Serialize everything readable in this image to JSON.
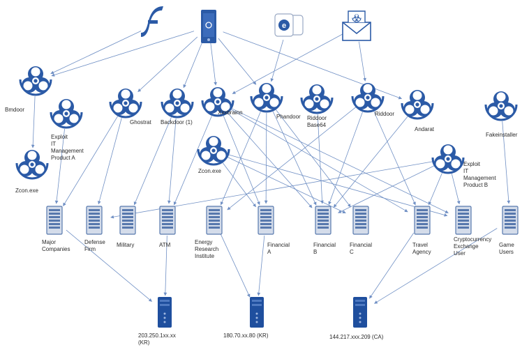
{
  "colors": {
    "primary": "#2b5aa6",
    "edge": "#6f8fc4",
    "label": "#2a2a2a"
  },
  "top_nodes": [
    {
      "id": "flash",
      "icon": "flash-icon",
      "label": ""
    },
    {
      "id": "phone",
      "icon": "mobile-device-icon",
      "label": ""
    },
    {
      "id": "ie",
      "icon": "document-browser-icon",
      "label": ""
    },
    {
      "id": "mail",
      "icon": "malicious-email-icon",
      "label": ""
    }
  ],
  "malware_nodes": [
    {
      "id": "bmdoor",
      "icon": "biohazard-icon",
      "label": [
        "Bmdoor"
      ]
    },
    {
      "id": "exploitA",
      "icon": "biohazard-icon",
      "label": [
        "Exploit",
        "IT",
        "Management",
        "Product A"
      ]
    },
    {
      "id": "ghostrat",
      "icon": "biohazard-icon",
      "label": [
        "Ghostrat"
      ]
    },
    {
      "id": "backdoor1",
      "icon": "biohazard-icon",
      "label": [
        "Backdoor (1)"
      ]
    },
    {
      "id": "xxx",
      "icon": "biohazard-icon",
      "label": [
        "Xxxbrainn"
      ]
    },
    {
      "id": "phandoor",
      "icon": "biohazard-icon",
      "label": [
        "Phandoor"
      ]
    },
    {
      "id": "riddoor64",
      "icon": "biohazard-icon",
      "label": [
        "Riddoor",
        "Base64"
      ]
    },
    {
      "id": "riddoor",
      "icon": "biohazard-icon",
      "label": [
        "Riddoor"
      ]
    },
    {
      "id": "andarat",
      "icon": "biohazard-icon",
      "label": [
        "Andarat"
      ]
    },
    {
      "id": "fakeinstaller",
      "icon": "biohazard-icon",
      "label": [
        "Fakeinstaller"
      ]
    },
    {
      "id": "zcon1",
      "icon": "biohazard-icon",
      "label": [
        "Zcon.exe"
      ]
    },
    {
      "id": "zcon2",
      "icon": "biohazard-icon",
      "label": [
        "Zcon.exe"
      ]
    },
    {
      "id": "exploitB",
      "icon": "biohazard-icon",
      "label": [
        "Exploit",
        "IT",
        "Management",
        "Product B"
      ]
    }
  ],
  "target_nodes": [
    {
      "id": "major",
      "icon": "server-icon",
      "label": [
        "Major",
        "Companies"
      ]
    },
    {
      "id": "defense",
      "icon": "server-icon",
      "label": [
        "Defense",
        "Firm"
      ]
    },
    {
      "id": "military",
      "icon": "server-icon",
      "label": [
        "Military"
      ]
    },
    {
      "id": "atm",
      "icon": "server-icon",
      "label": [
        "ATM"
      ]
    },
    {
      "id": "energy",
      "icon": "server-icon",
      "label": [
        "Energy",
        "Research",
        "Institute"
      ]
    },
    {
      "id": "finA",
      "icon": "server-icon",
      "label": [
        "Financial",
        "A"
      ]
    },
    {
      "id": "finB",
      "icon": "server-icon",
      "label": [
        "Financial",
        "B"
      ]
    },
    {
      "id": "finC",
      "icon": "server-icon",
      "label": [
        "Financial",
        "C"
      ]
    },
    {
      "id": "travel",
      "icon": "server-icon",
      "label": [
        "Travel",
        "Agency"
      ]
    },
    {
      "id": "crypto",
      "icon": "server-icon",
      "label": [
        "Cryptocurrency",
        "Exchange",
        "User"
      ]
    },
    {
      "id": "game",
      "icon": "server-icon",
      "label": [
        "Game",
        "Users"
      ]
    }
  ],
  "c2_nodes": [
    {
      "id": "c2a",
      "icon": "c2-server-icon",
      "label": [
        "203.250.1xx.xx",
        "(KR)"
      ]
    },
    {
      "id": "c2b",
      "icon": "c2-server-icon",
      "label": [
        "180.70.xx.80 (KR)"
      ]
    },
    {
      "id": "c2c",
      "icon": "c2-server-icon",
      "label": [
        "144.217.xxx.209 (CA)"
      ]
    }
  ],
  "edges": [
    [
      "flash",
      "bmdoor"
    ],
    [
      "phone",
      "bmdoor"
    ],
    [
      "phone",
      "ghostrat"
    ],
    [
      "phone",
      "backdoor1"
    ],
    [
      "phone",
      "xxx"
    ],
    [
      "phone",
      "phandoor"
    ],
    [
      "phone",
      "andarat"
    ],
    [
      "ie",
      "phandoor"
    ],
    [
      "mail",
      "xxx"
    ],
    [
      "mail",
      "riddoor"
    ],
    [
      "bmdoor",
      "zcon1"
    ],
    [
      "exploitA",
      "major"
    ],
    [
      "ghostrat",
      "defense"
    ],
    [
      "ghostrat",
      "major"
    ],
    [
      "backdoor1",
      "atm"
    ],
    [
      "backdoor1",
      "military"
    ],
    [
      "xxx",
      "finA"
    ],
    [
      "xxx",
      "finB"
    ],
    [
      "xxx",
      "travel"
    ],
    [
      "xxx",
      "atm"
    ],
    [
      "xxx",
      "crypto"
    ],
    [
      "phandoor",
      "energy"
    ],
    [
      "phandoor",
      "finB"
    ],
    [
      "phandoor",
      "finC"
    ],
    [
      "phandoor",
      "finA"
    ],
    [
      "riddoor64",
      "finB"
    ],
    [
      "riddoor",
      "finB"
    ],
    [
      "riddoor",
      "travel"
    ],
    [
      "riddoor",
      "energy"
    ],
    [
      "andarat",
      "finB"
    ],
    [
      "zcon2",
      "finA"
    ],
    [
      "zcon2",
      "crypto"
    ],
    [
      "zcon2",
      "finC"
    ],
    [
      "exploitB",
      "defense"
    ],
    [
      "exploitB",
      "crypto"
    ],
    [
      "exploitB",
      "travel"
    ],
    [
      "exploitB",
      "finB"
    ],
    [
      "fakeinstaller",
      "game"
    ],
    [
      "major",
      "c2a"
    ],
    [
      "atm",
      "c2a"
    ],
    [
      "energy",
      "c2b"
    ],
    [
      "finA",
      "c2b"
    ],
    [
      "travel",
      "c2c"
    ],
    [
      "game",
      "c2c"
    ]
  ]
}
